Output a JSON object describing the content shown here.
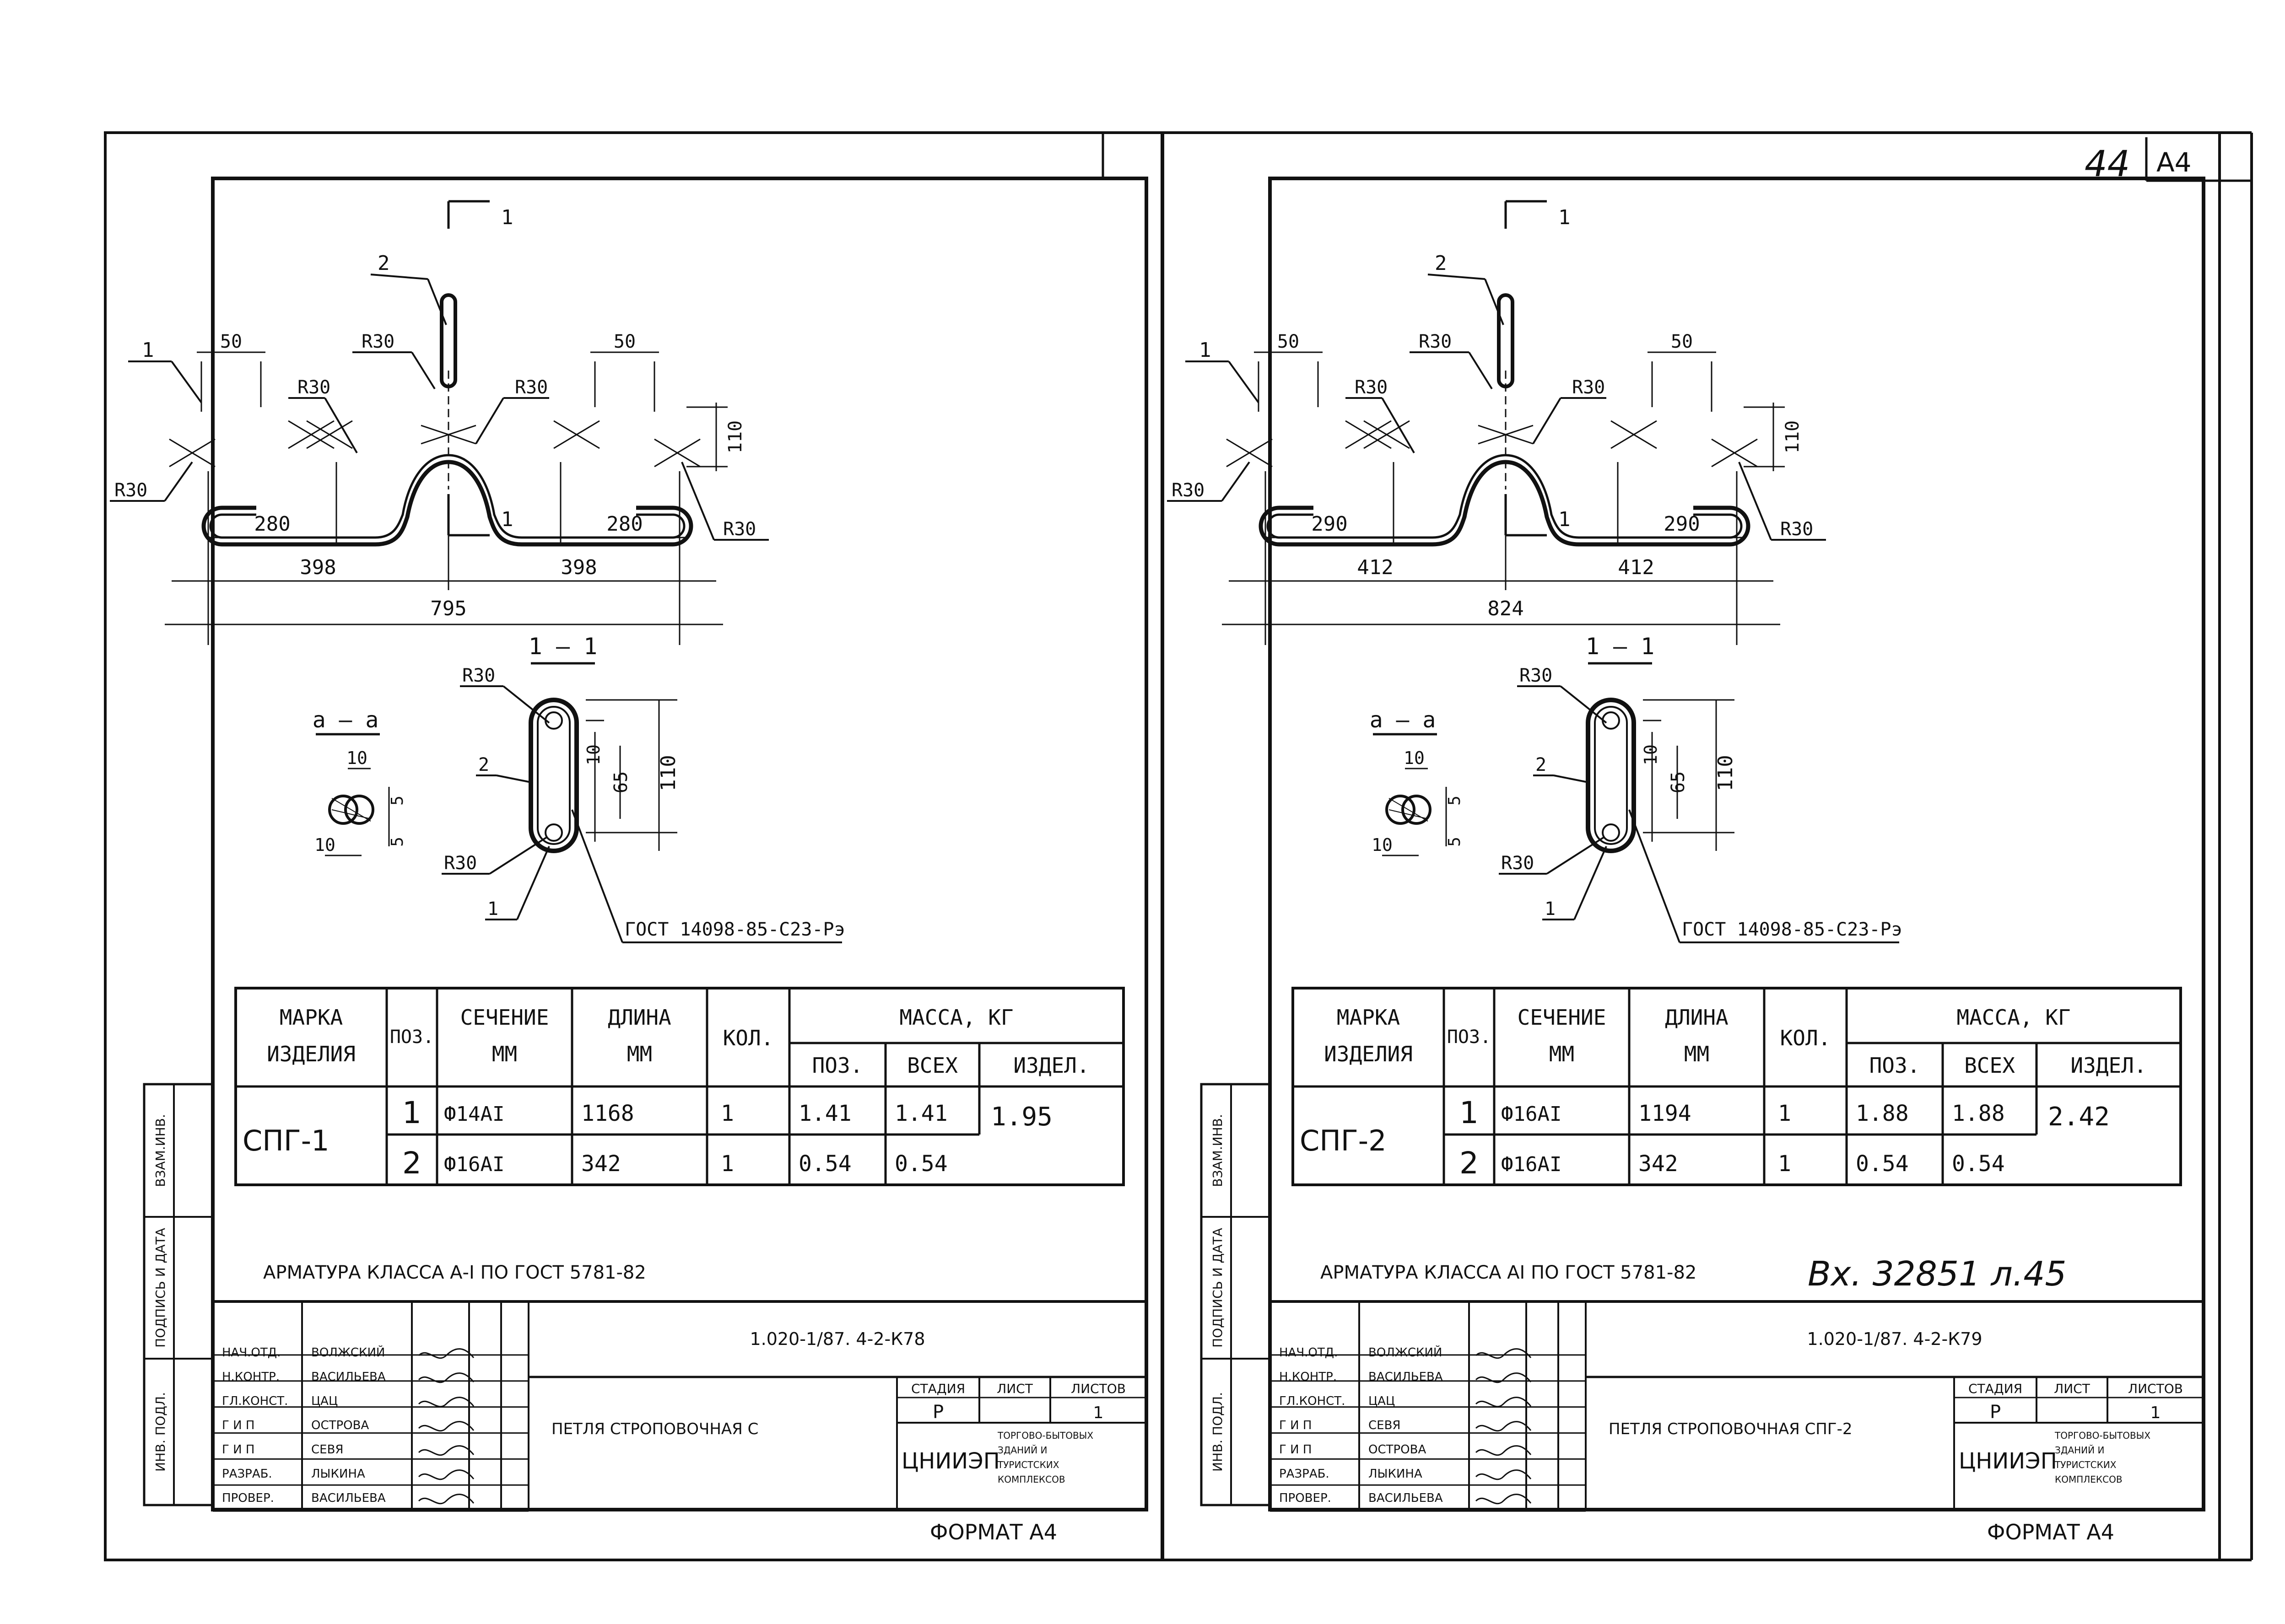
{
  "handwritten": {
    "page_number": "44",
    "stamp": "Вх. 32851 л.45"
  },
  "corner_format": "А4",
  "sheets": [
    {
      "dims": {
        "d50a": "50",
        "d50b": "50",
        "d110": "110",
        "d280a": "280",
        "d280b": "280",
        "d398a": "398",
        "d398b": "398",
        "d795": "795",
        "R30a": "R30",
        "R30b": "R30",
        "R30c": "R30",
        "R30d": "R30",
        "R30e": "R30",
        "pos1": "1",
        "pos2": "2",
        "sec1": "1",
        "sec1b": "1"
      },
      "section": {
        "title": "1 – 1",
        "R30top": "R30",
        "R30bot": "R30",
        "pos2": "2",
        "pos1": "1",
        "d10": "10",
        "d65": "65",
        "d110": "110",
        "gost_label": "ГОСТ 14098-85-С23-Рэ"
      },
      "detail": {
        "title": "а – а",
        "d10top": "10",
        "d10bot": "10",
        "d5a": "5",
        "d5b": "5"
      },
      "table": {
        "h_mark": "МАРКА ИЗДЕЛИЯ",
        "h_pos": "ПОЗ.",
        "h_sec": "СЕЧЕНИЕ ММ",
        "h_len": "ДЛИНА ММ",
        "h_qty": "КОЛ.",
        "h_mass": "МАССА, КГ",
        "h_mpos": "ПОЗ.",
        "h_mall": "ВСЕХ",
        "h_mprod": "ИЗДЕЛ.",
        "mark": "СПГ-1",
        "rows": [
          {
            "pos": "1",
            "sec": "Ф14АI",
            "len": "1168",
            "qty": "1",
            "mpos": "1.41",
            "mall": "1.41"
          },
          {
            "pos": "2",
            "sec": "Ф16АI",
            "len": "342",
            "qty": "1",
            "mpos": "0.54",
            "mall": "0.54"
          }
        ],
        "mprod": "1.95"
      },
      "note": "АРМАТУРА КЛАССА А-I ПО ГОСТ 5781-82",
      "side_labels": [
        "ВЗАМ.ИНВ.",
        "ПОДПИСЬ И ДАТА",
        "ИНВ. ПОДЛ."
      ],
      "title_block": {
        "code": "1.020-1/87. 4-2-К78",
        "name": "ПЕТЛЯ СТРОПОВОЧНАЯ С",
        "stage_h": "СТАДИЯ",
        "sheet_h": "ЛИСТ",
        "sheets_h": "ЛИСТОВ",
        "stage": "Р",
        "sheets": "1",
        "org": "ЦНИИЭП",
        "org_sub": "ТОРГОВО-БЫТОВЫХ ЗДАНИЙ И ТУРИСТСКИХ КОМПЛЕКСОВ",
        "roles": [
          "НАЧ.ОТД.",
          "Н.КОНТР.",
          "ГЛ.КОНСТ.",
          "Г И П",
          "Г И П",
          "РАЗРАБ.",
          "ПРОВЕР."
        ],
        "names": [
          "ВОЛЖСКИЙ",
          "ВАСИЛЬЕВА",
          "ЦАЦ",
          "ОСТРОВА",
          "СЕВЯ",
          "ЛЫКИНА",
          "ВАСИЛЬЕВА"
        ]
      },
      "format_label": "ФОРМАТ А4"
    },
    {
      "dims": {
        "d50a": "50",
        "d50b": "50",
        "d110": "110",
        "d280a": "290",
        "d280b": "290",
        "d398a": "412",
        "d398b": "412",
        "d795": "824",
        "R30a": "R30",
        "R30b": "R30",
        "R30c": "R30",
        "R30d": "R30",
        "R30e": "R30",
        "pos1": "1",
        "pos2": "2",
        "sec1": "1",
        "sec1b": "1"
      },
      "section": {
        "title": "1 – 1",
        "R30top": "R30",
        "R30bot": "R30",
        "pos2": "2",
        "pos1": "1",
        "d10": "10",
        "d65": "65",
        "d110": "110",
        "gost_label": "ГОСТ 14098-85-С23-Рэ"
      },
      "detail": {
        "title": "а – а",
        "d10top": "10",
        "d10bot": "10",
        "d5a": "5",
        "d5b": "5"
      },
      "table": {
        "h_mark": "МАРКА ИЗДЕЛИЯ",
        "h_pos": "ПОЗ.",
        "h_sec": "СЕЧЕНИЕ ММ",
        "h_len": "ДЛИНА ММ",
        "h_qty": "КОЛ.",
        "h_mass": "МАССА, КГ",
        "h_mpos": "ПОЗ.",
        "h_mall": "ВСЕХ",
        "h_mprod": "ИЗДЕЛ.",
        "mark": "СПГ-2",
        "rows": [
          {
            "pos": "1",
            "sec": "Ф16АI",
            "len": "1194",
            "qty": "1",
            "mpos": "1.88",
            "mall": "1.88"
          },
          {
            "pos": "2",
            "sec": "Ф16АI",
            "len": "342",
            "qty": "1",
            "mpos": "0.54",
            "mall": "0.54"
          }
        ],
        "mprod": "2.42"
      },
      "note": "АРМАТУРА КЛАССА АI ПО ГОСТ 5781-82",
      "side_labels": [
        "ВЗАМ.ИНВ.",
        "ПОДПИСЬ И ДАТА",
        "ИНВ. ПОДЛ."
      ],
      "title_block": {
        "code": "1.020-1/87. 4-2-К79",
        "name": "ПЕТЛЯ СТРОПОВОЧНАЯ СПГ-2",
        "stage_h": "СТАДИЯ",
        "sheet_h": "ЛИСТ",
        "sheets_h": "ЛИСТОВ",
        "stage": "Р",
        "sheets": "1",
        "org": "ЦНИИЭП",
        "org_sub": "ТОРГОВО-БЫТОВЫХ ЗДАНИЙ И ТУРИСТСКИХ КОМПЛЕКСОВ",
        "roles": [
          "НАЧ.ОТД.",
          "Н.КОНТР.",
          "ГЛ.КОНСТ.",
          "Г И П",
          "Г И П",
          "РАЗРАБ.",
          "ПРОВЕР."
        ],
        "names": [
          "ВОЛЖСКИЙ",
          "ВАСИЛЬЕВА",
          "ЦАЦ",
          "СЕВЯ",
          "ОСТРОВА",
          "ЛЫКИНА",
          "ВАСИЛЬЕВА"
        ]
      },
      "format_label": "ФОРМАТ А4"
    }
  ]
}
